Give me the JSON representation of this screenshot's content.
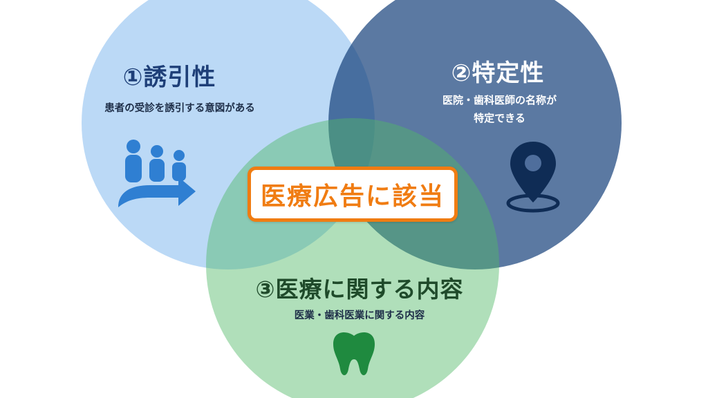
{
  "diagram": {
    "center_label": "医療広告に該当",
    "circles": [
      {
        "title": "①誘引性",
        "description": "患者の受診を誘引する意図がある",
        "color": "#b9d8f6",
        "icon": "people-arrow-icon"
      },
      {
        "title": "②特定性",
        "description_lines": [
          "医院・歯科医師の名称が",
          "特定できる"
        ],
        "color": "#4f6e9c",
        "icon": "location-pin-icon"
      },
      {
        "title": "③医療に関する内容",
        "description": "医業・歯科医業に関する内容",
        "color": "#9fd7a6",
        "icon": "tooth-icon"
      }
    ],
    "colors": {
      "accent": "#f07c12",
      "icon_blue": "#2f7fd2",
      "icon_navy": "#0f2c55",
      "icon_green": "#1f8a3f"
    }
  }
}
